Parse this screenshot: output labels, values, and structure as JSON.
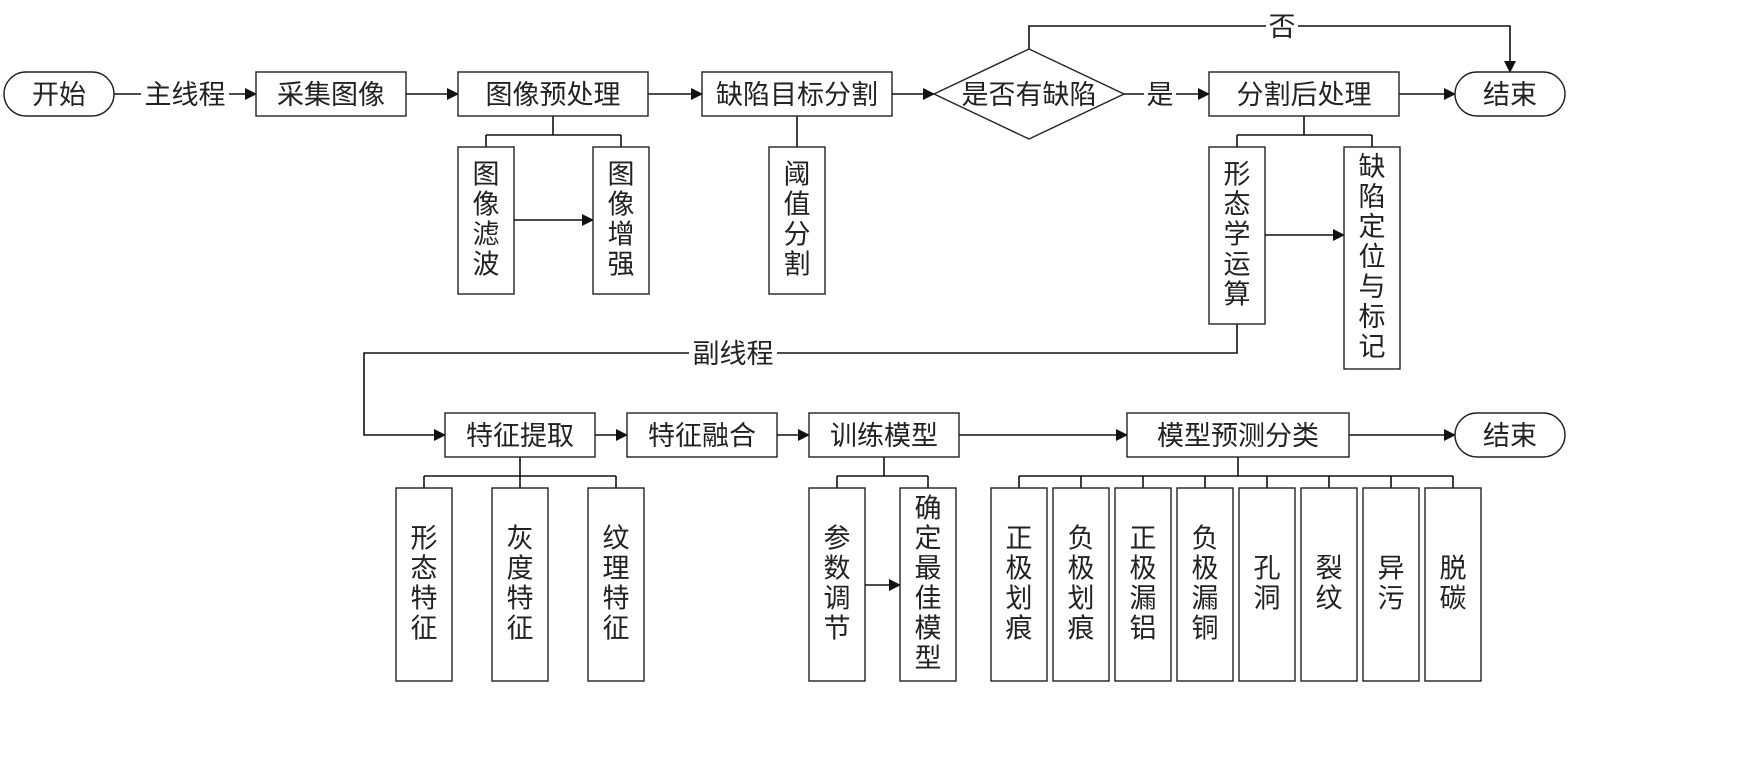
{
  "diagram": {
    "type": "flowchart",
    "main_line_label": "主线程",
    "sub_line_label": "副线程",
    "yes_label": "是",
    "no_label": "否",
    "nodes": {
      "start": {
        "label": "开始",
        "shape": "terminal"
      },
      "acquire": {
        "label": "采集图像",
        "shape": "process"
      },
      "preprocess": {
        "label": "图像预处理",
        "shape": "process"
      },
      "filter": {
        "label": "图像滤波",
        "shape": "process-vertical"
      },
      "enhance": {
        "label": "图像增强",
        "shape": "process-vertical"
      },
      "segment": {
        "label": "缺陷目标分割",
        "shape": "process"
      },
      "threshold": {
        "label": "阈值分割",
        "shape": "process-vertical"
      },
      "decision": {
        "label": "是否有缺陷",
        "shape": "decision"
      },
      "postprocess": {
        "label": "分割后处理",
        "shape": "process"
      },
      "morph": {
        "label": "形态学运算",
        "shape": "process-vertical"
      },
      "locate": {
        "label": "缺陷定位与标记",
        "shape": "process-vertical"
      },
      "end1": {
        "label": "结束",
        "shape": "terminal"
      },
      "feature_extract": {
        "label": "特征提取",
        "shape": "process"
      },
      "shape_feat": {
        "label": "形态特征",
        "shape": "process-vertical"
      },
      "gray_feat": {
        "label": "灰度特征",
        "shape": "process-vertical"
      },
      "texture_feat": {
        "label": "纹理特征",
        "shape": "process-vertical"
      },
      "feature_fuse": {
        "label": "特征融合",
        "shape": "process"
      },
      "train": {
        "label": "训练模型",
        "shape": "process"
      },
      "tune": {
        "label": "参数调节",
        "shape": "process-vertical"
      },
      "best": {
        "label": "确定最佳模型",
        "shape": "process-vertical"
      },
      "predict": {
        "label": "模型预测分类",
        "shape": "process"
      },
      "end2": {
        "label": "结束",
        "shape": "terminal"
      }
    },
    "classes": [
      "正极划痕",
      "负极划痕",
      "正极漏铝",
      "负极漏铜",
      "孔洞",
      "裂纹",
      "异污",
      "脱碳"
    ]
  }
}
